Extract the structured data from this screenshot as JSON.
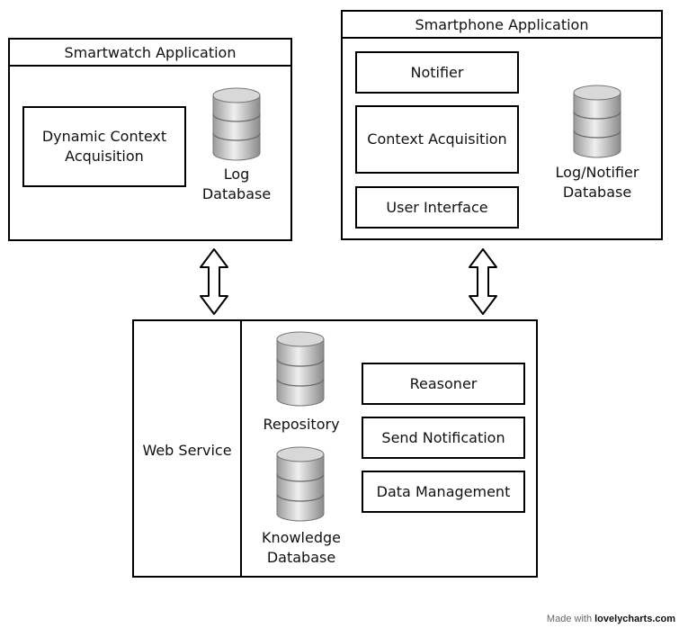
{
  "smartwatch": {
    "title": "Smartwatch Application",
    "components": [
      "Dynamic Context\nAcquisition"
    ],
    "db_label": "Log\nDatabase"
  },
  "smartphone": {
    "title": "Smartphone Application",
    "components": [
      "Notifier",
      "Context Acquisition",
      "User Interface"
    ],
    "db_label": "Log/Notifier\nDatabase"
  },
  "web_service": {
    "title": "Web Service",
    "repository_label": "Repository",
    "knowledge_label": "Knowledge\nDatabase",
    "components": [
      "Reasoner",
      "Send Notification",
      "Data Management"
    ]
  },
  "footer": {
    "prefix": "Made with ",
    "brand": "lovelycharts.com"
  },
  "icons": {
    "database": "database-icon",
    "arrow": "double-headed-arrow-icon"
  }
}
